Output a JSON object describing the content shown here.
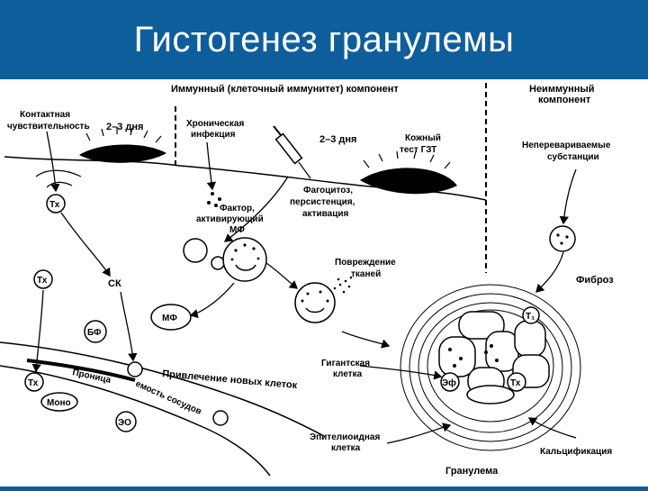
{
  "slide": {
    "title": "Гистогенез гранулемы",
    "background_color": "#0f5e9c",
    "title_color": "#ffffff"
  },
  "diagram": {
    "header_immune": "Иммунный (клеточный иммунитет) компонент",
    "header_nonimmune_1": "Неиммунный",
    "header_nonimmune_2": "компонент",
    "contact_1": "Контактная",
    "contact_2": "чувствительность",
    "days_left": "2–3 дня",
    "chronic_1": "Хроническая",
    "chronic_2": "инфекция",
    "days_mid": "2–3 дня",
    "skin_1": "Кожный",
    "skin_2": "тест ГЗТ",
    "indigestible_1": "Неперевариваемые",
    "indigestible_2": "субстанции",
    "tx_top": "Тх",
    "factor_1": "Фактор,",
    "factor_2": "активирующий",
    "factor_3": "МФ",
    "phago_1": "Фагоцитоз,",
    "phago_2": "персистенция,",
    "phago_3": "активация",
    "tx_left": "Тх",
    "sk": "СК",
    "damage_1": "Повреждение",
    "damage_2": "тканей",
    "fibrosis": "Фиброз",
    "bf": "БФ",
    "mf": "МФ",
    "permeability": "Проница",
    "permeability_2": "емость сосудов",
    "recruit": "Привлечение новых клеток",
    "tx_vessel": "Тх",
    "mono": "Моно",
    "eo": "ЭО",
    "giant_1": "Гигантская",
    "giant_2": "клетка",
    "epith_1": "Эпителиоидная",
    "epith_2": "клетка",
    "calc": "Кальцификация",
    "granuloma": "Гранулема",
    "t1": "Т₁",
    "eph": "Эф",
    "tx_gran": "Тх"
  }
}
